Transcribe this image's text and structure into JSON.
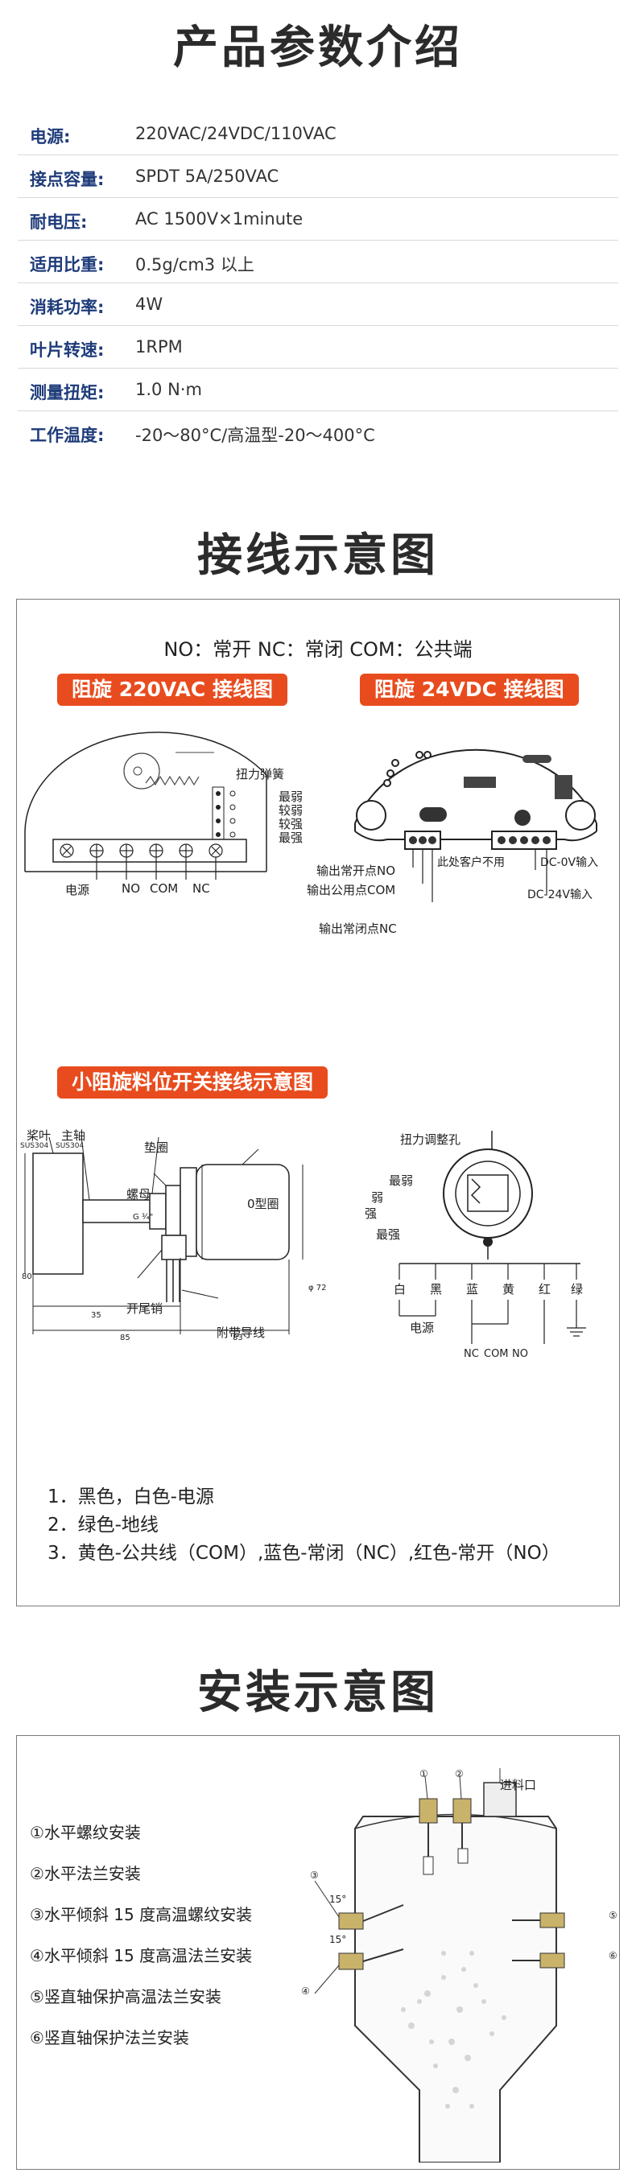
{
  "sections": {
    "params_title": "产品参数介绍",
    "wiring_title": "接线示意图",
    "install_title": "安装示意图"
  },
  "specs": [
    {
      "label": "电源:",
      "value": "220VAC/24VDC/110VAC"
    },
    {
      "label": "接点容量:",
      "value": "SPDT 5A/250VAC"
    },
    {
      "label": "耐电压:",
      "value": "AC 1500V×1minute"
    },
    {
      "label": "适用比重:",
      "value": "0.5g/cm3 以上"
    },
    {
      "label": "消耗功率:",
      "value": "4W"
    },
    {
      "label": "叶片转速:",
      "value": "1RPM"
    },
    {
      "label": "测量扭矩:",
      "value": "1.0 N·m"
    },
    {
      "label": "工作温度:",
      "value": "-20～80°C/高温型-20～400°C"
    }
  ],
  "wiring": {
    "legend": "NO：常开 NC：常闭 COM：公共端",
    "tag_220": "阻旋 220VAC 接线图",
    "tag_24": "阻旋 24VDC 接线图",
    "tag_small": "小阻旋料位开关接线示意图",
    "ac": {
      "spring": "扭力弹簧",
      "weakest": "最弱",
      "weaker": "较弱",
      "stronger": "较强",
      "strongest": "最强",
      "power": "电源",
      "no": "NO",
      "com": "COM",
      "nc": "NC"
    },
    "dc": {
      "out_no": "输出常开点NO",
      "out_com": "输出公用点COM",
      "out_nc": "输出常闭点NC",
      "unused": "此处客户不用",
      "in0": "DC-0V输入",
      "in24": "DC-24V输入"
    },
    "small": {
      "blade": "桨叶",
      "shaft": "主轴",
      "sus1": "SUS304",
      "sus2": "SUS304",
      "washer": "垫圈",
      "nut": "螺母",
      "oring": "0型圈",
      "g": "G ¾\"",
      "d80": "80",
      "d72": "φ 72",
      "pin": "开尾销",
      "wire": "附带导线",
      "dim35": "35",
      "dim85": "85",
      "dim83": "83",
      "torque_hole": "扭力调整孔",
      "weakest": "最弱",
      "weak": "弱",
      "strong": "强",
      "strongest": "最强",
      "white": "白",
      "black": "黑",
      "blue": "蓝",
      "yellow": "黄",
      "red": "红",
      "green": "绿",
      "power": "电源",
      "nc": "NC",
      "com": "COM",
      "no": "NO"
    },
    "notes": [
      "1．黑色，白色-电源",
      "2．绿色-地线",
      "3．黄色-公共线（COM）,蓝色-常闭（NC）,红色-常开（NO）"
    ]
  },
  "install": {
    "items": [
      "①水平螺纹安装",
      "②水平法兰安装",
      "③水平倾斜 15 度高温螺纹安装",
      "④水平倾斜 15 度高温法兰安装",
      "⑤竖直轴保护高温法兰安装",
      "⑥竖直轴保护法兰安装"
    ],
    "inlet": "进料口",
    "n1": "①",
    "n2": "②",
    "n3": "③",
    "n4": "④",
    "n5": "⑤",
    "n6": "⑥",
    "ang1": "15°",
    "ang2": "15°"
  },
  "colors": {
    "tag": "#e84c1e",
    "spec_label": "#1e3b7a"
  }
}
